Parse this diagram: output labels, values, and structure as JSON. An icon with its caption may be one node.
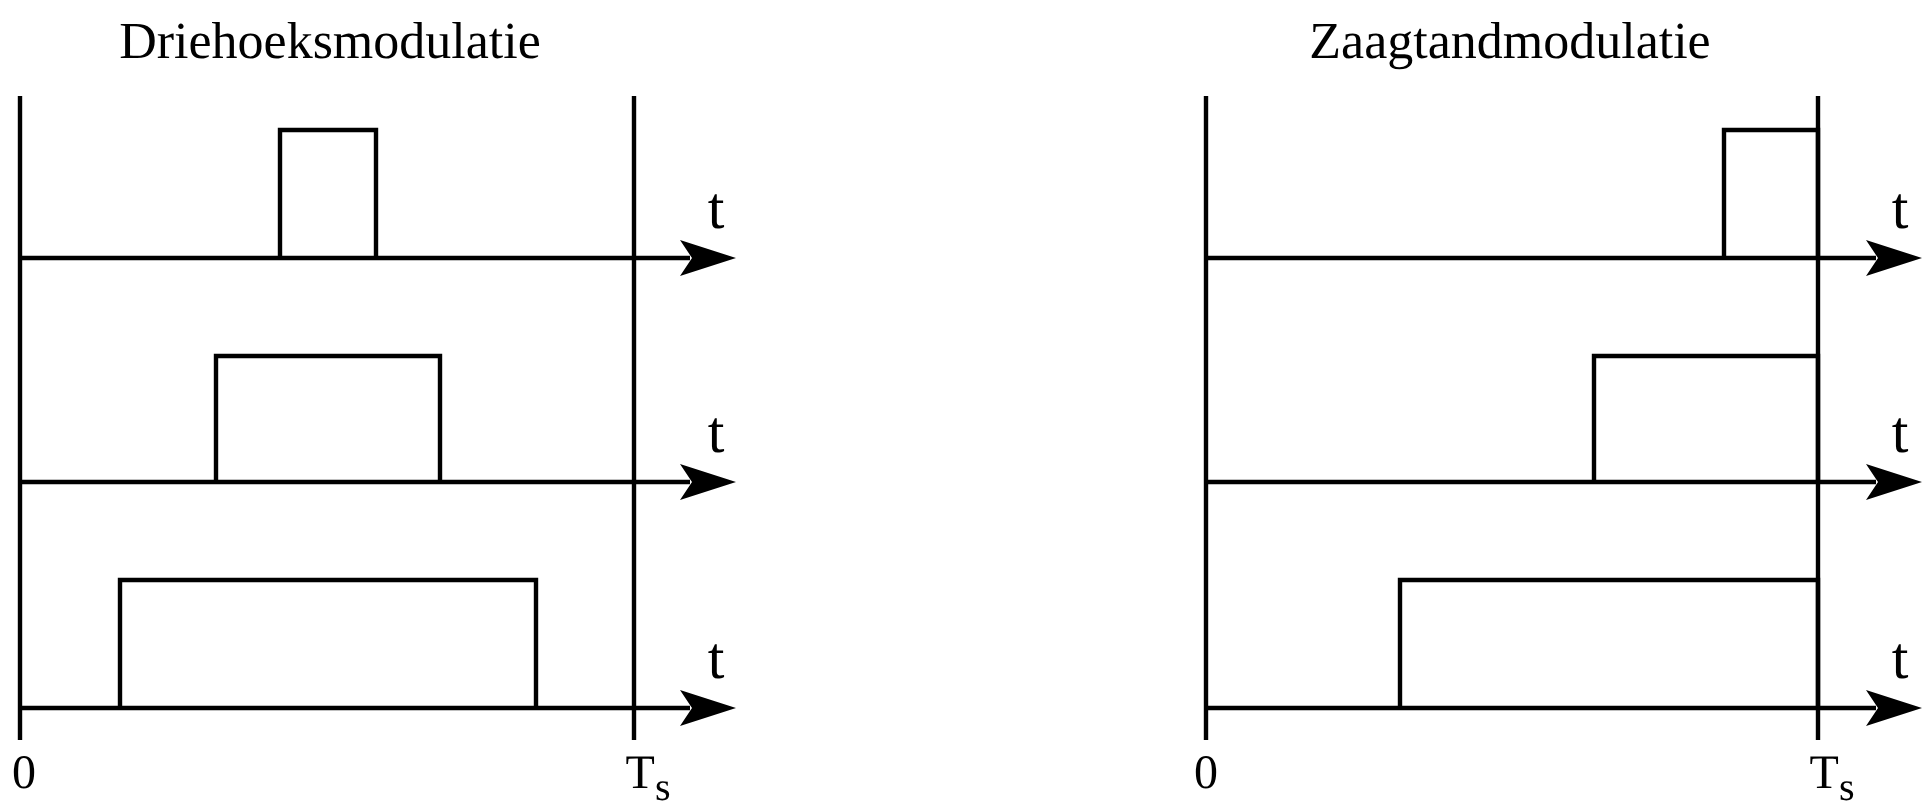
{
  "diagram": {
    "labels": [
      "Driehoeksmodulatie",
      "Zaagtandmodulatie",
      "t",
      "t",
      "t",
      "t",
      "t",
      "t",
      "0",
      "T$_{s}$",
      "0",
      "T$_{s}$"
    ]
  }
}
